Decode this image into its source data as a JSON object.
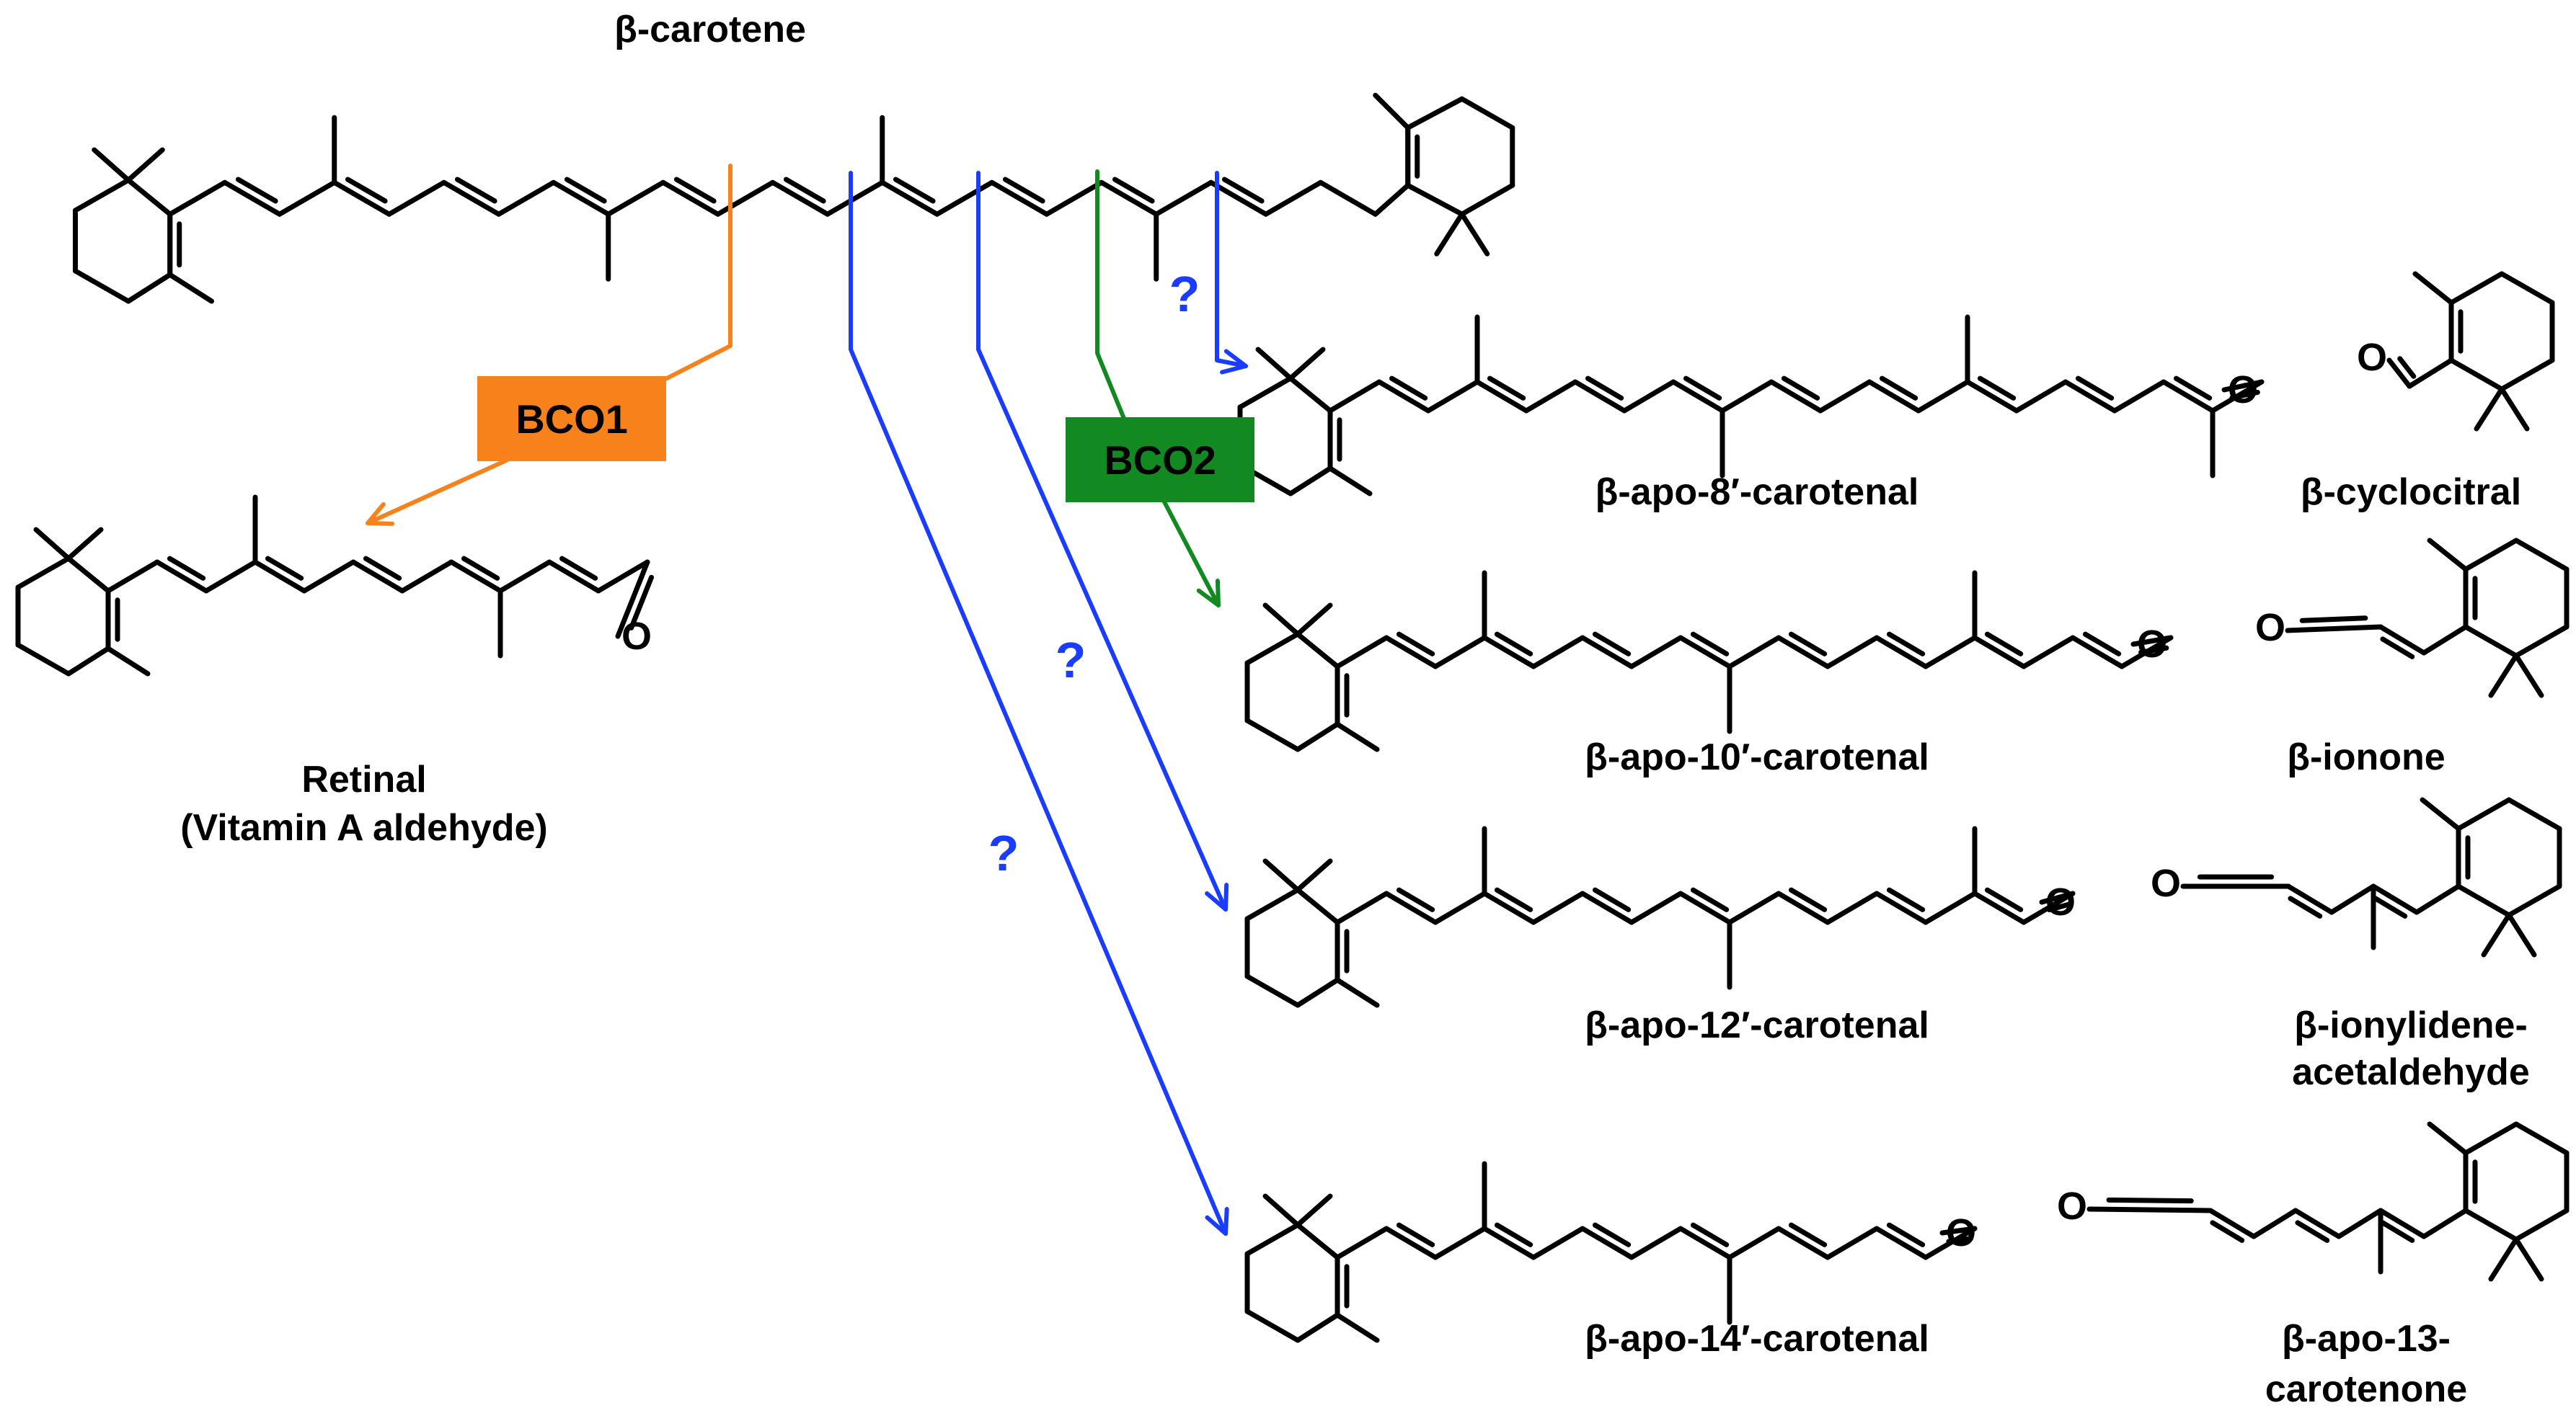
{
  "substrate": {
    "name": "β-carotene"
  },
  "enzymes": [
    {
      "id": "bco1",
      "label": "BCO1",
      "color": "#f7821b",
      "text_color": "#000000"
    },
    {
      "id": "bco2",
      "label": "BCO2",
      "color": "#138a21",
      "text_color": "#000000"
    }
  ],
  "unknown_marker": {
    "label": "?",
    "color": "#1a3cff"
  },
  "arrow_colors": {
    "bco1": "#f7821b",
    "bco2": "#138a21",
    "unknown": "#1a3cff"
  },
  "products": {
    "retinal": {
      "name_line1": "Retinal",
      "name_line2": "(Vitamin A aldehyde)"
    },
    "apo8": {
      "name": "β-apo-8′-carotenal"
    },
    "apo10": {
      "name": "β-apo-10′-carotenal"
    },
    "apo12": {
      "name": "β-apo-12′-carotenal"
    },
    "apo14": {
      "name": "β-apo-14′-carotenal"
    }
  },
  "coproducts": {
    "cyclocitral": {
      "name": "β-cyclocitral"
    },
    "ionone": {
      "name": "β-ionone"
    },
    "ionylidene": {
      "name_line1": "β-ionylidene-",
      "name_line2": "acetaldehyde"
    },
    "apo13": {
      "name_line1": "β-apo-13-",
      "name_line2": "carotenone"
    }
  },
  "atom_labels": {
    "oxygen": "O"
  }
}
